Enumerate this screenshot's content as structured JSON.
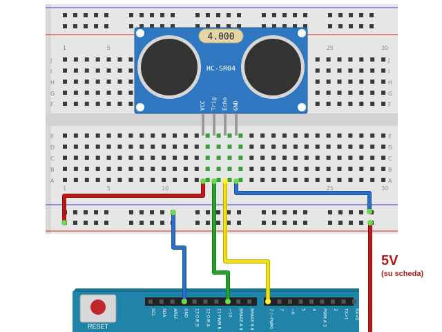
{
  "sensor": {
    "model": "HC-SR04",
    "crystal": "4.000",
    "pins": [
      "VCC",
      "Trig",
      "Echo",
      "GND"
    ]
  },
  "breadboard": {
    "row_letters_top": [
      "J",
      "I",
      "H",
      "G",
      "F"
    ],
    "row_letters_bottom": [
      "E",
      "D",
      "C",
      "B",
      "A"
    ],
    "column_numbers": [
      "1",
      "5",
      "10",
      "25",
      "30"
    ]
  },
  "arduino": {
    "reset_label": "RESET",
    "header_pins": [
      "SCL",
      "SDA",
      "AREF",
      "GND",
      "13-DIR B",
      "12-DIR A",
      "11-PWM B",
      "~10",
      "BRAKE A 9",
      "BRAKE B 8",
      "7 (~PWM)",
      "7",
      "~6",
      "5",
      "4",
      "PWM A 3",
      "2",
      "TX>1",
      "RX<0"
    ]
  },
  "supply": {
    "label": "5V",
    "note": "(su scheda)"
  },
  "colors": {
    "board": "#e8e8e8",
    "sensor": "#2f77c0",
    "arduino": "#1f84a8",
    "wire_red": "#c0171b",
    "wire_blue": "#2a6fc8",
    "wire_green": "#27a12b",
    "wire_yellow": "#f1e20c"
  }
}
